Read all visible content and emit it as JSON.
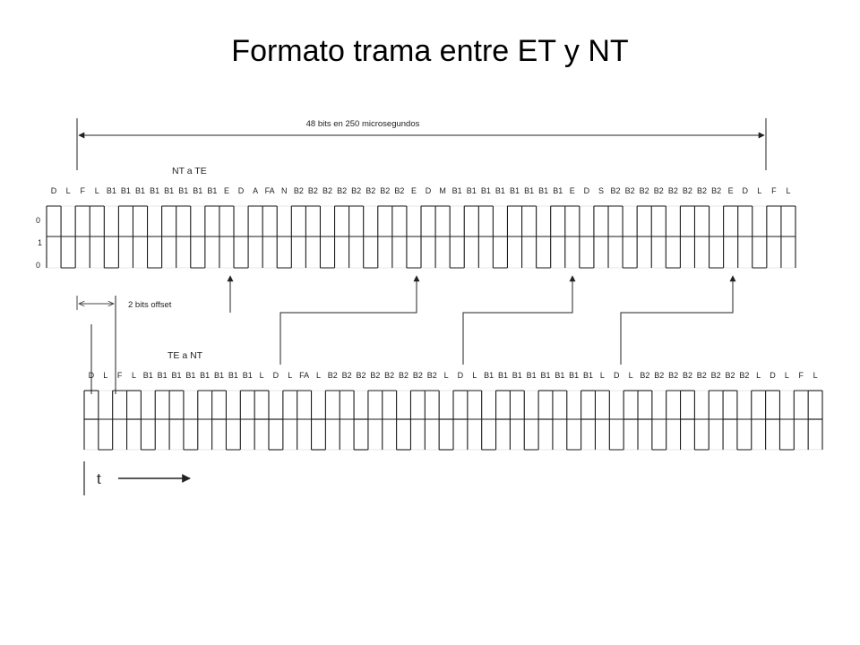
{
  "slide": {
    "title": "Formato trama entre ET y NT"
  },
  "top_span": "48 bits en 250 microsegundos",
  "nt_te": {
    "title": "NT a TE",
    "bits": [
      "D",
      "L",
      "F",
      "L",
      "B1",
      "B1",
      "B1",
      "B1",
      "B1",
      "B1",
      "B1",
      "B1",
      "E",
      "D",
      "A",
      "FA",
      "N",
      "B2",
      "B2",
      "B2",
      "B2",
      "B2",
      "B2",
      "B2",
      "B2",
      "E",
      "D",
      "M",
      "B1",
      "B1",
      "B1",
      "B1",
      "B1",
      "B1",
      "B1",
      "B1",
      "E",
      "D",
      "S",
      "B2",
      "B2",
      "B2",
      "B2",
      "B2",
      "B2",
      "B2",
      "B2",
      "E",
      "D",
      "L",
      "F",
      "L"
    ]
  },
  "te_nt": {
    "title": "TE a NT",
    "bits": [
      "D",
      "L",
      "F",
      "L",
      "B1",
      "B1",
      "B1",
      "B1",
      "B1",
      "B1",
      "B1",
      "B1",
      "L",
      "D",
      "L",
      "FA",
      "L",
      "B2",
      "B2",
      "B2",
      "B2",
      "B2",
      "B2",
      "B2",
      "B2",
      "L",
      "D",
      "L",
      "B1",
      "B1",
      "B1",
      "B1",
      "B1",
      "B1",
      "B1",
      "B1",
      "L",
      "D",
      "L",
      "B2",
      "B2",
      "B2",
      "B2",
      "B2",
      "B2",
      "B2",
      "B2",
      "L",
      "D",
      "L",
      "F",
      "L"
    ]
  },
  "levels": [
    "0",
    "1",
    "0"
  ],
  "offset_label": "2 bits offset",
  "time_label": "t"
}
